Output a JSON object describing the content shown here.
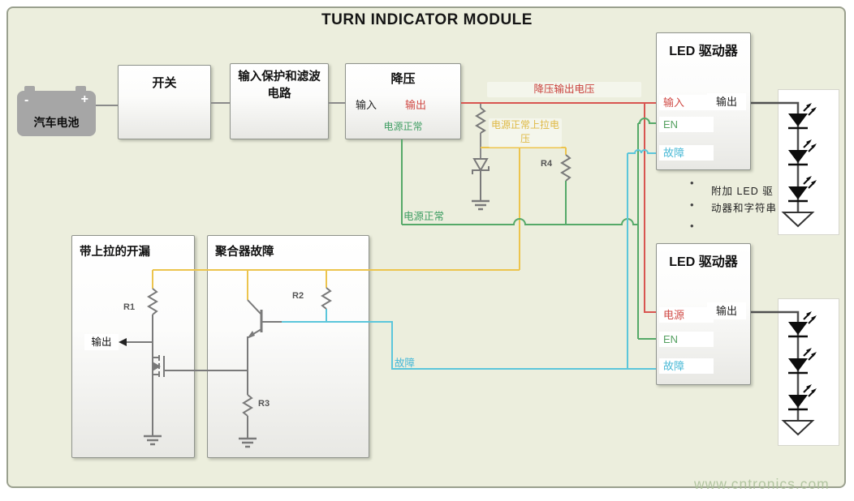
{
  "title": "TURN INDICATOR MODULE",
  "watermark": "www.cntronics.com",
  "battery": {
    "label": "汽车电池",
    "minus": "-",
    "plus": "+"
  },
  "blocks": {
    "switch_block": {
      "title": "开关"
    },
    "protection": {
      "title": "输入保护和滤波电路"
    },
    "buck": {
      "title": "降压",
      "pin_in": "输入",
      "pin_out": "输出",
      "pin_pg": "电源正常"
    },
    "driver_top": {
      "title": "LED 驱动器",
      "pin_in": "输入",
      "pin_en": "EN",
      "pin_fault": "故障",
      "pin_out": "输出"
    },
    "driver_bottom": {
      "title": "LED 驱动器",
      "pin_power": "电源",
      "pin_en": "EN",
      "pin_fault": "故障",
      "pin_out": "输出"
    },
    "open_drain": {
      "title": "带上拉的开漏",
      "output": "输出",
      "r1": "R1"
    },
    "aggregator": {
      "title": "聚合器故障",
      "r2": "R2",
      "r3": "R3"
    }
  },
  "net_labels": {
    "buck_output_voltage": "降压输出电压",
    "pg_pullup_voltage": "电源正常上拉电压",
    "power_good": "电源正常",
    "fault": "故障",
    "r4": "R4"
  },
  "note": {
    "additional_drivers": "附加 LED 驱动器和字符串",
    "dot": "•"
  },
  "colors": {
    "supply_red": "#d85550",
    "enable_green": "#55a968",
    "fault_cyan": "#5bc6db",
    "pullup_yellow": "#ecc44d",
    "wire_gray": "#8a8a8a",
    "background": "#eceedd"
  }
}
